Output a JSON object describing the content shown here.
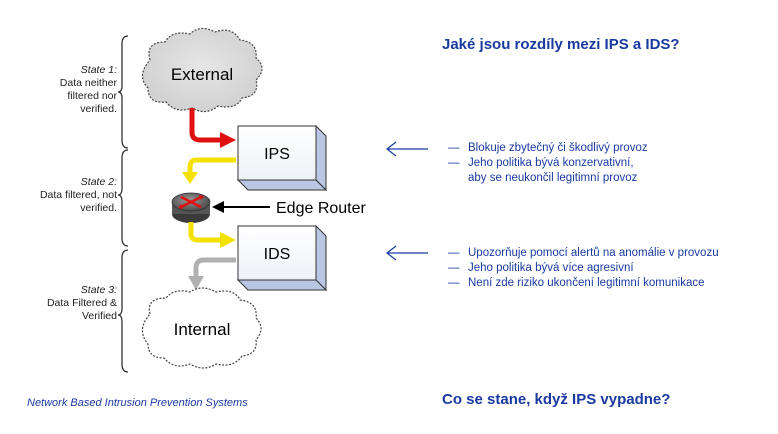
{
  "states": [
    {
      "title": "State 1:",
      "lines": [
        "Data neither",
        "filtered nor",
        "verified."
      ]
    },
    {
      "title": "State 2:",
      "lines": [
        "Data filtered, not",
        "verified."
      ]
    },
    {
      "title": "State 3:",
      "lines": [
        "Data Filtered &",
        "Verified"
      ]
    }
  ],
  "diagram": {
    "external": "External",
    "ips": "IPS",
    "ids": "IDS",
    "router": "Edge Router",
    "internal": "Internal"
  },
  "question_top": "Jaké jsou rozdíly mezi IPS a IDS?",
  "ips_points": {
    "p1": "Blokuje zbytečný či škodlivý provoz",
    "p2": "Jeho politika bývá konzervativní,",
    "p2b": "aby se neukončil legitimní provoz"
  },
  "ids_points": {
    "p1": "Upozorňuje pomocí alertů na anomálie v provozu",
    "p2": "Jeho politika bývá více agresivní",
    "p3": "Není zde riziko ukončení legitimní komunikace"
  },
  "dash": "—",
  "question_bottom": "Co se stane, když IPS vypadne?",
  "footer": "Network Based Intrusion Prevention Systems",
  "colors": {
    "accent": "#1a3aa0",
    "red_arrow": "#e01010",
    "yellow_arrow": "#f5e100",
    "gray_arrow": "#b0b0b0",
    "box_side": "#b9c6e4"
  }
}
